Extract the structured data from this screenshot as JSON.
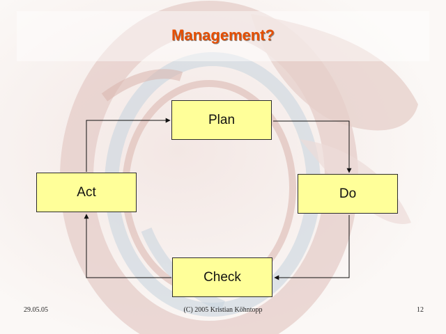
{
  "slide": {
    "title": "Management?",
    "title_color": "#e64e00",
    "box_fill": "#ffff99"
  },
  "diagram": {
    "nodes": {
      "plan": "Plan",
      "do": "Do",
      "check": "Check",
      "act": "Act"
    },
    "edges": [
      {
        "from": "Plan",
        "to": "Do"
      },
      {
        "from": "Do",
        "to": "Check"
      },
      {
        "from": "Check",
        "to": "Act"
      },
      {
        "from": "Act",
        "to": "Plan"
      }
    ]
  },
  "footer": {
    "date": "29.05.05",
    "copyright": "(C) 2005 Kristian Köhntopp",
    "page_number": "12"
  }
}
